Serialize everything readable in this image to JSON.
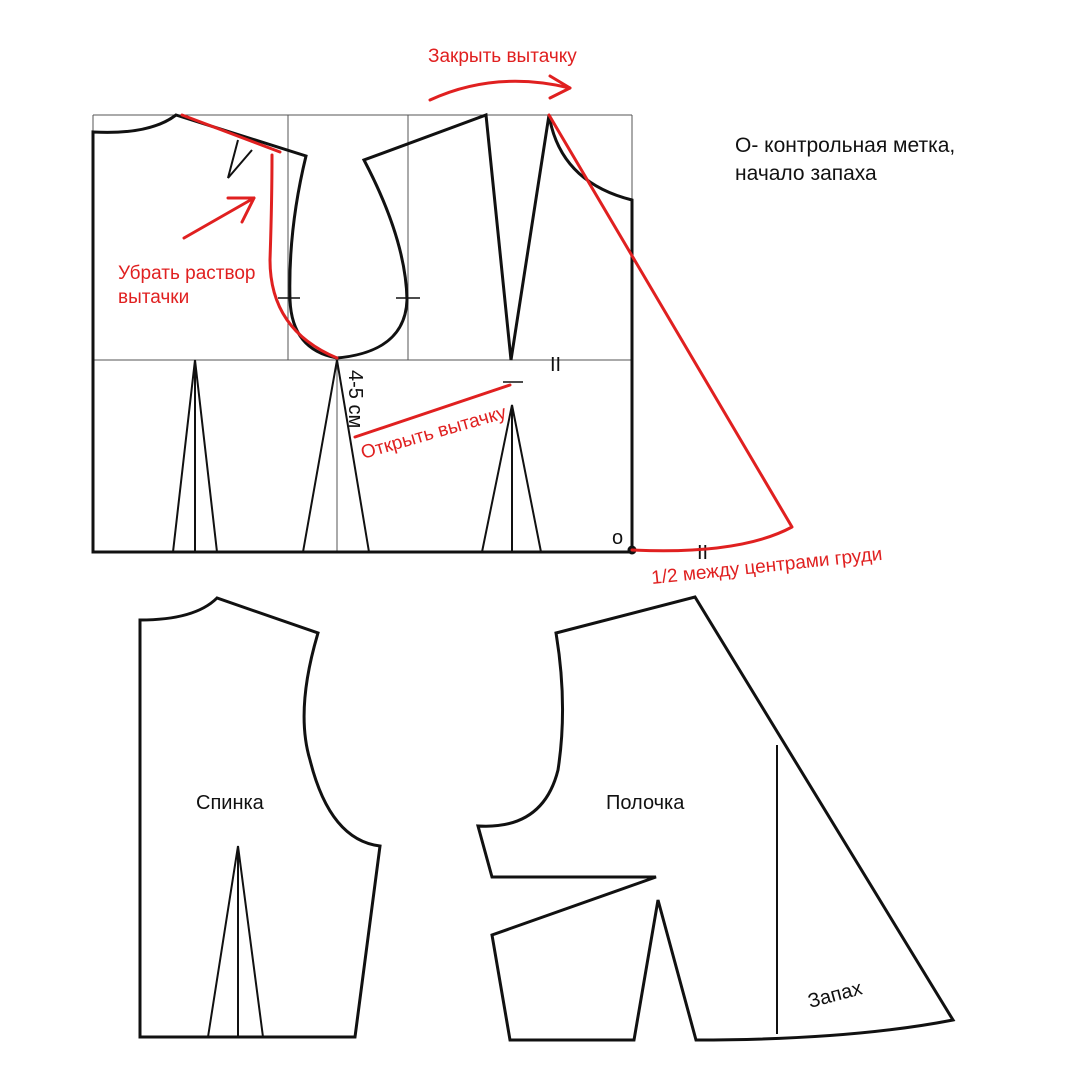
{
  "labels": {
    "close_dart": "Закрыть вытачку",
    "remove_opening_line1": "Убрать раствор",
    "remove_opening_line2": "вытачки",
    "open_dart": "Открыть вытачку",
    "size_4_5": "4-5 см",
    "control_mark_line1": "О- контрольная метка,",
    "control_mark_line2": "начало запаха",
    "point_o": "о",
    "half_between_bust": "1/2 между центрами груди",
    "equal_mark_top": "II",
    "equal_mark_bottom": "II",
    "back_piece": "Спинка",
    "front_piece": "Полочка",
    "wrap_piece": "Запах"
  },
  "colors": {
    "line": "#111111",
    "annotation": "#e02020",
    "grid": "#555555"
  }
}
